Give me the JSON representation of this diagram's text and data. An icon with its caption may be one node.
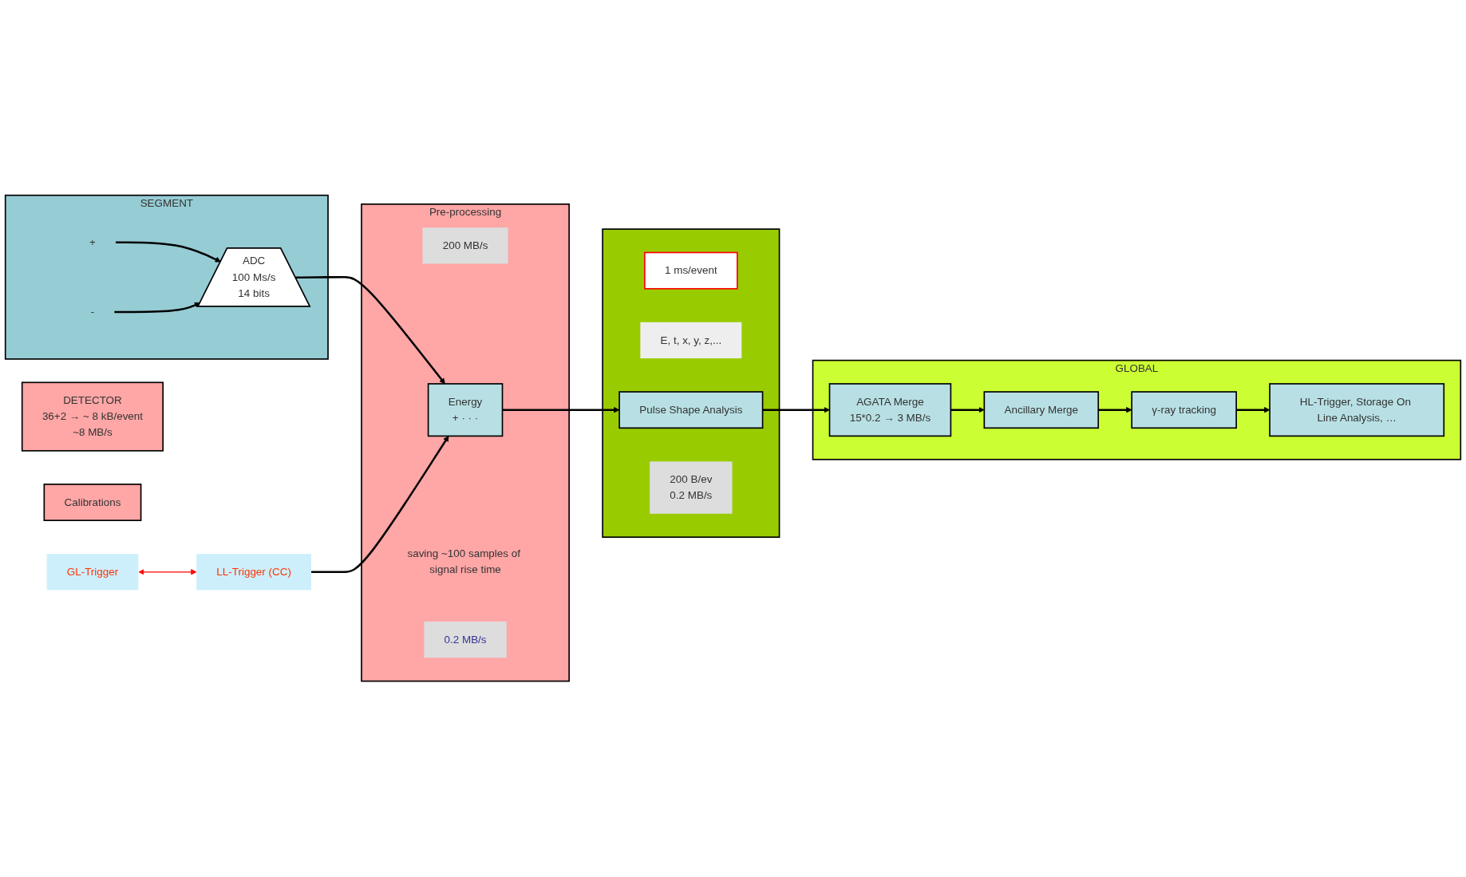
{
  "diagram": {
    "nodes": [
      {
        "text": [
          "SEGMENT"
        ]
      },
      {
        "text": [
          "+"
        ],
        "in": 0
      },
      {
        "text": [
          "-"
        ],
        "in": 0
      },
      {
        "text": [
          "ADC",
          "100 Ms/s",
          "14 bits"
        ],
        "in": 0
      },
      {
        "text": [
          "GL-Trigger"
        ]
      },
      {
        "text": [
          "LL-Trigger (CC)"
        ]
      },
      {
        "text": [
          "Pre-processing"
        ]
      },
      {
        "text": [
          "200 MB/s"
        ],
        "in": 6
      },
      {
        "text": [
          "Energy",
          "+ · · ·"
        ],
        "in": 6
      },
      {
        "text": [
          "saving ~100 samples of signal rise time"
        ],
        "in": 6
      },
      {
        "text": [
          "0.2 MB/s"
        ],
        "in": 6
      },
      {
        "text": [
          "DETECTOR",
          "36+2 → ~ 8 kB/event",
          "~8 MB/s"
        ]
      },
      {
        "text": [
          "Calibrations"
        ]
      },
      {
        "text": [],
        "shape": "box"
      },
      {
        "text": [
          "1 ms/event"
        ],
        "in": 13
      },
      {
        "text": [
          "E, t, x, y, z,..."
        ],
        "in": 13
      },
      {
        "text": [
          "Pulse Shape Analysis"
        ],
        "in": 13
      },
      {
        "text": [
          "200 B/ev",
          "0.2 MB/s"
        ],
        "in": 13
      },
      {
        "text": [
          "GLOBAL"
        ]
      },
      {
        "text": [
          "AGATA Merge",
          "15*0.2 → 3 MB/s"
        ],
        "in": 18
      },
      {
        "text": [
          "Ancillary Merge"
        ],
        "in": 18
      },
      {
        "text": [
          "γ-ray tracking"
        ],
        "in": 18
      },
      {
        "text": [
          "HL-Trigger, Storage On Line Analysis, …"
        ],
        "in": 18
      }
    ],
    "edges": [
      {
        "from": 1,
        "to": 3,
        "arrow": "to"
      },
      {
        "from": 2,
        "to": 3,
        "arrow": "to"
      },
      {
        "from": 3,
        "to": 8,
        "arrow": "to"
      },
      {
        "from": 4,
        "to": 5,
        "arrow": "both",
        "color": "#ff0000"
      },
      {
        "from": 5,
        "to": 8,
        "arrow": "to"
      },
      {
        "from": 8,
        "to": 16,
        "arrow": "to"
      },
      {
        "from": 16,
        "to": 19,
        "arrow": "to"
      },
      {
        "from": 19,
        "to": 20,
        "arrow": "to"
      },
      {
        "from": 20,
        "to": 21,
        "arrow": "to"
      },
      {
        "from": 21,
        "to": 22,
        "arrow": "to"
      }
    ]
  }
}
